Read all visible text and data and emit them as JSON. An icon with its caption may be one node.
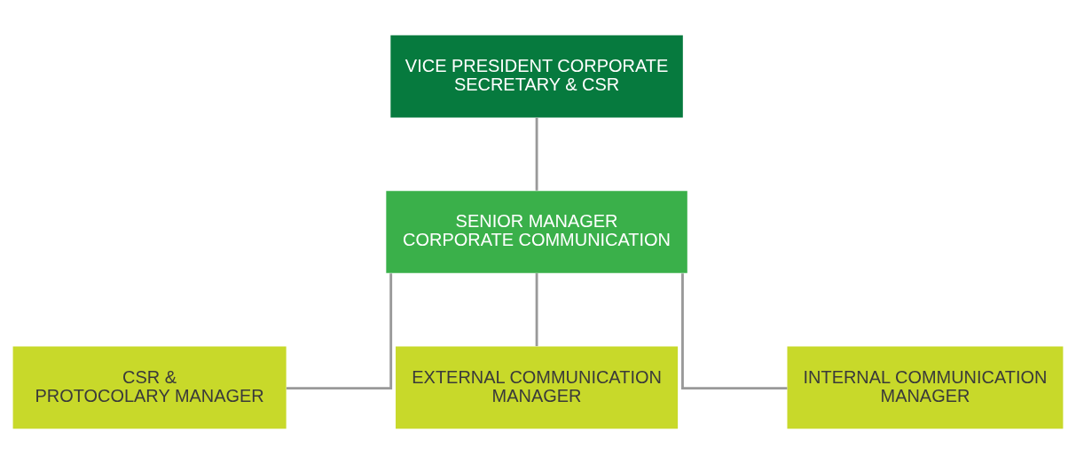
{
  "diagram": {
    "nodes": [
      {
        "text": [
          "VICE PRESIDENT CORPORATE SECRETARY & CSR"
        ]
      },
      {
        "text": [
          "SENIOR MANAGER CORPORATE COMMUNICATION"
        ]
      },
      {
        "text": [
          "CSR & PROTOCOLARY MANAGER"
        ]
      },
      {
        "text": [
          "EXTERNAL COMMUNICATION MANAGER"
        ]
      },
      {
        "text": [
          "INTERNAL COMMUNICATION MANAGER"
        ]
      }
    ],
    "edges": [
      {
        "from": 0,
        "to": 1,
        "arrow": "none"
      },
      {
        "from": 1,
        "to": 2,
        "arrow": "none"
      },
      {
        "from": 1,
        "to": 3,
        "arrow": "none"
      },
      {
        "from": 1,
        "to": 4,
        "arrow": "none"
      }
    ]
  }
}
